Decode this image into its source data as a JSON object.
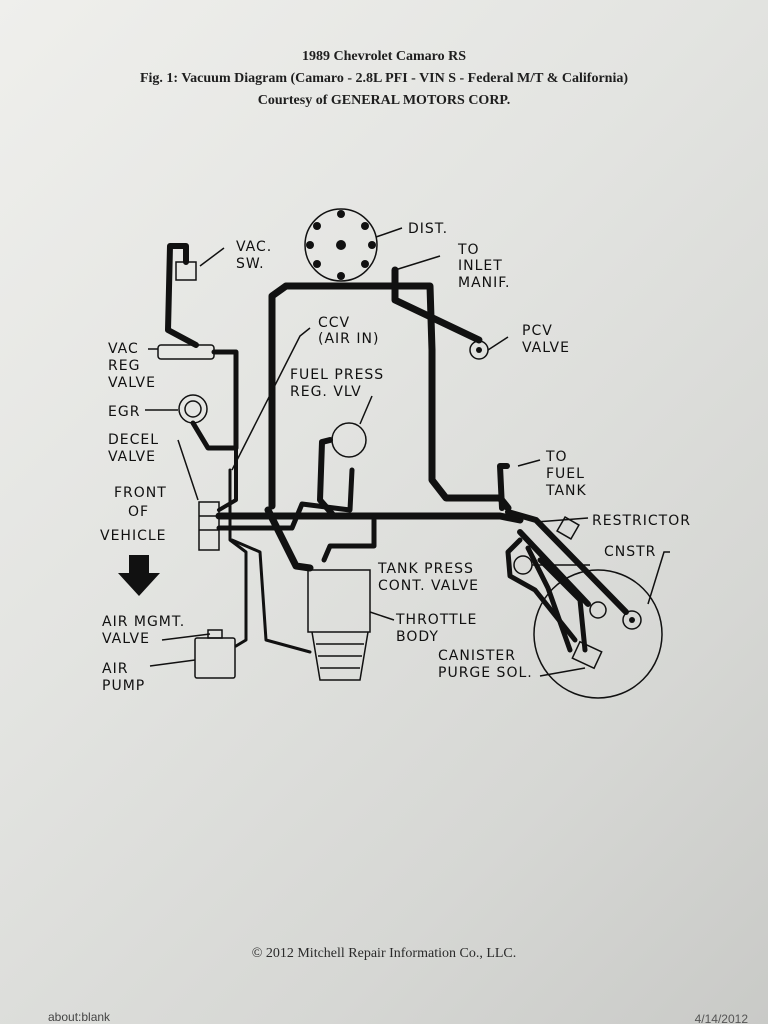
{
  "header": {
    "line1": "1989 Chevrolet Camaro RS",
    "line2": "Fig. 1: Vacuum Diagram (Camaro - 2.8L PFI - VIN S - Federal M/T & California)",
    "line3": "Courtesy of GENERAL MOTORS CORP."
  },
  "labels": {
    "dist": "DIST.",
    "to_inlet_1": "TO",
    "to_inlet_2": "INLET",
    "to_inlet_3": "MANIF.",
    "vac_sw_1": "VAC.",
    "vac_sw_2": "SW.",
    "ccv_1": "CCV",
    "ccv_2": "(AIR IN)",
    "pcv_1": "PCV",
    "pcv_2": "VALVE",
    "vac_reg_1": "VAC",
    "vac_reg_2": "REG",
    "vac_reg_3": "VALVE",
    "fuel_press_1": "FUEL PRESS",
    "fuel_press_2": "REG. VLV",
    "egr": "EGR",
    "decel_1": "DECEL",
    "decel_2": "VALVE",
    "front_1": "FRONT",
    "front_2": "OF",
    "front_3": "VEHICLE",
    "to_fuel_1": "TO",
    "to_fuel_2": "FUEL",
    "to_fuel_3": "TANK",
    "restrictor": "RESTRICTOR",
    "cnstr": "CNSTR",
    "tank_press_1": "TANK PRESS",
    "tank_press_2": "CONT. VALVE",
    "throttle_1": "THROTTLE",
    "throttle_2": "BODY",
    "air_mgmt_1": "AIR MGMT.",
    "air_mgmt_2": "VALVE",
    "air_pump_1": "AIR",
    "air_pump_2": "PUMP",
    "canister_1": "CANISTER",
    "canister_2": "PURGE SOL."
  },
  "footer": {
    "copyright": "© 2012 Mitchell Repair Information Co., LLC.",
    "browser_left": "about:blank",
    "browser_right": "4/14/2012"
  }
}
